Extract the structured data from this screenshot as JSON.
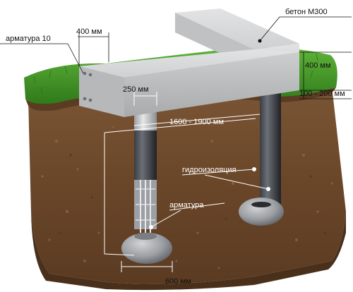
{
  "labels": {
    "rebar_top": "арматура 10",
    "beam_width": "400 мм",
    "concrete": "бетон М300",
    "beam_height": "400 мм",
    "gap": "100 - 200 мм",
    "pile_diameter": "250 мм",
    "pile_depth": "1600 - 1900 мм",
    "waterproofing": "гидроизоляция",
    "rebar_bottom": "арматура",
    "base_diameter": "600 мм"
  },
  "colors": {
    "soil": "#6b4a2e",
    "grass": "#3f8f24",
    "concrete": "#c9cacb",
    "pile": "#2a2c30"
  }
}
